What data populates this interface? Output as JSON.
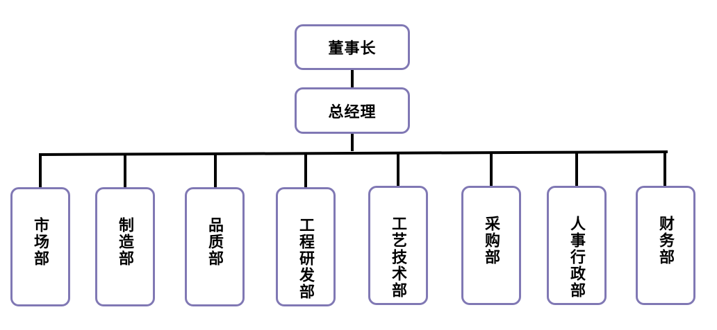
{
  "chairman": "董事长",
  "general_manager": "总经理",
  "departments": [
    "市场部",
    "制造部",
    "品质部",
    "工程研发部",
    "工艺技术部",
    "采购部",
    "人事行政部",
    "财务部"
  ]
}
